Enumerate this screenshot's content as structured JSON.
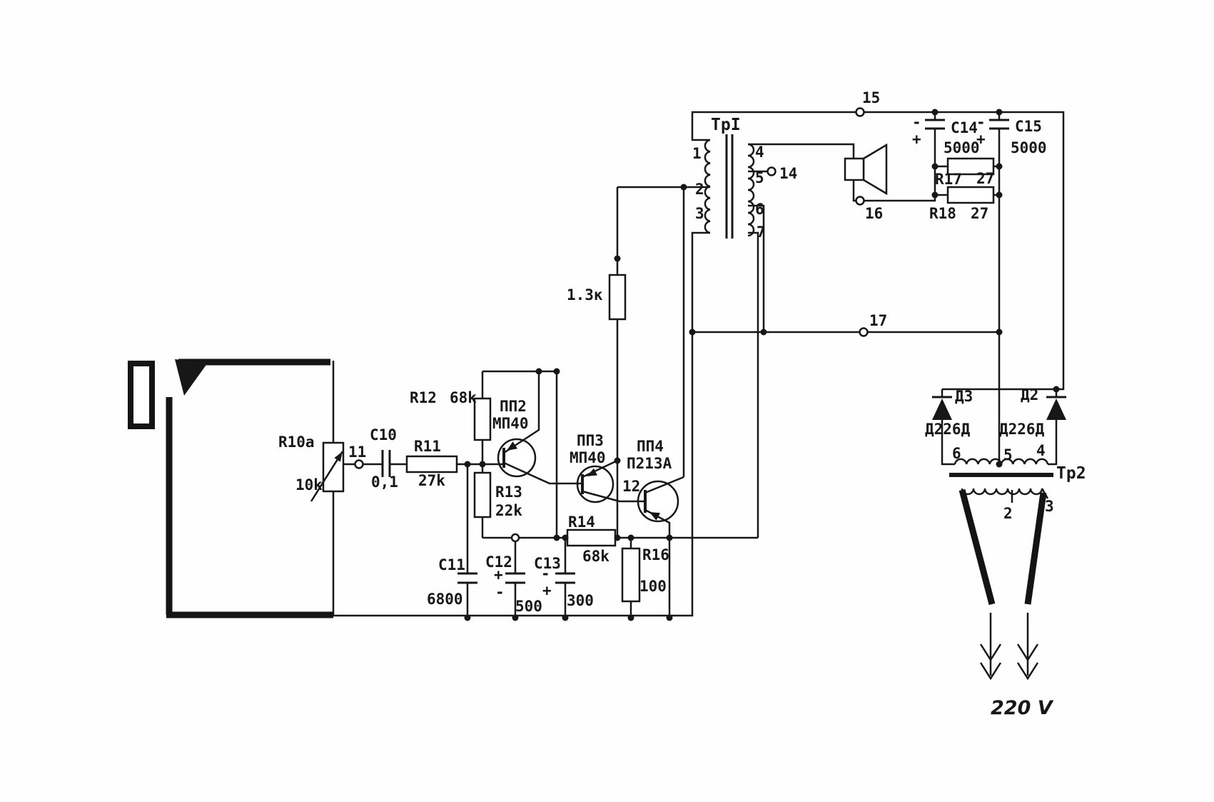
{
  "schematic": {
    "transformers": {
      "tp1": {
        "label": "TpI",
        "t1": "1",
        "t2": "2",
        "t3": "3",
        "t4": "4",
        "t5": "5",
        "t6": "6",
        "t7": "7"
      },
      "tr2": {
        "label": "Тр2",
        "t6": "6",
        "t5": "5",
        "t4": "4",
        "t2": "2",
        "t3": "3"
      }
    },
    "resistors": {
      "r10a": {
        "ref": "R10a",
        "value": "10k"
      },
      "r11": {
        "ref": "R11",
        "value": "27k"
      },
      "r12": {
        "ref": "R12",
        "value": "68k"
      },
      "r13": {
        "ref": "R13",
        "value": "22k"
      },
      "r14": {
        "ref": "R14",
        "value": "68k"
      },
      "r16": {
        "ref": "R16",
        "value": "100"
      },
      "r17": {
        "ref": "R17",
        "value": "27"
      },
      "r18": {
        "ref": "R18",
        "value": "27"
      },
      "r_anon": {
        "value": "1.3к"
      }
    },
    "capacitors": {
      "c10": {
        "ref": "C10",
        "value": "0,1"
      },
      "c11": {
        "ref": "C11",
        "value": "6800"
      },
      "c12": {
        "ref": "C12",
        "value": "500",
        "plus": "+",
        "minus": "-"
      },
      "c13": {
        "ref": "C13",
        "value": "300",
        "plus": "+",
        "minus": "-"
      },
      "c14": {
        "ref": "C14",
        "value": "5000",
        "plus": "+",
        "minus": "-"
      },
      "c15": {
        "ref": "C15",
        "value": "5000",
        "plus": "+",
        "minus": "-"
      }
    },
    "transistors": {
      "pp2": {
        "ref": "ПП2",
        "type": "МП40"
      },
      "pp3": {
        "ref": "ПП3",
        "type": "МП40"
      },
      "pp4": {
        "ref": "ПП4",
        "type": "П213А"
      }
    },
    "diodes": {
      "d3": {
        "ref": "Д3",
        "type": "Д226Д"
      },
      "d2": {
        "ref": "Д2",
        "type": "Д226Д"
      }
    },
    "nodes": {
      "n11": "11",
      "n12": "12",
      "n14": "14",
      "n15": "15",
      "n16": "16",
      "n17": "17"
    },
    "mains": {
      "voltage": "220 V"
    }
  }
}
